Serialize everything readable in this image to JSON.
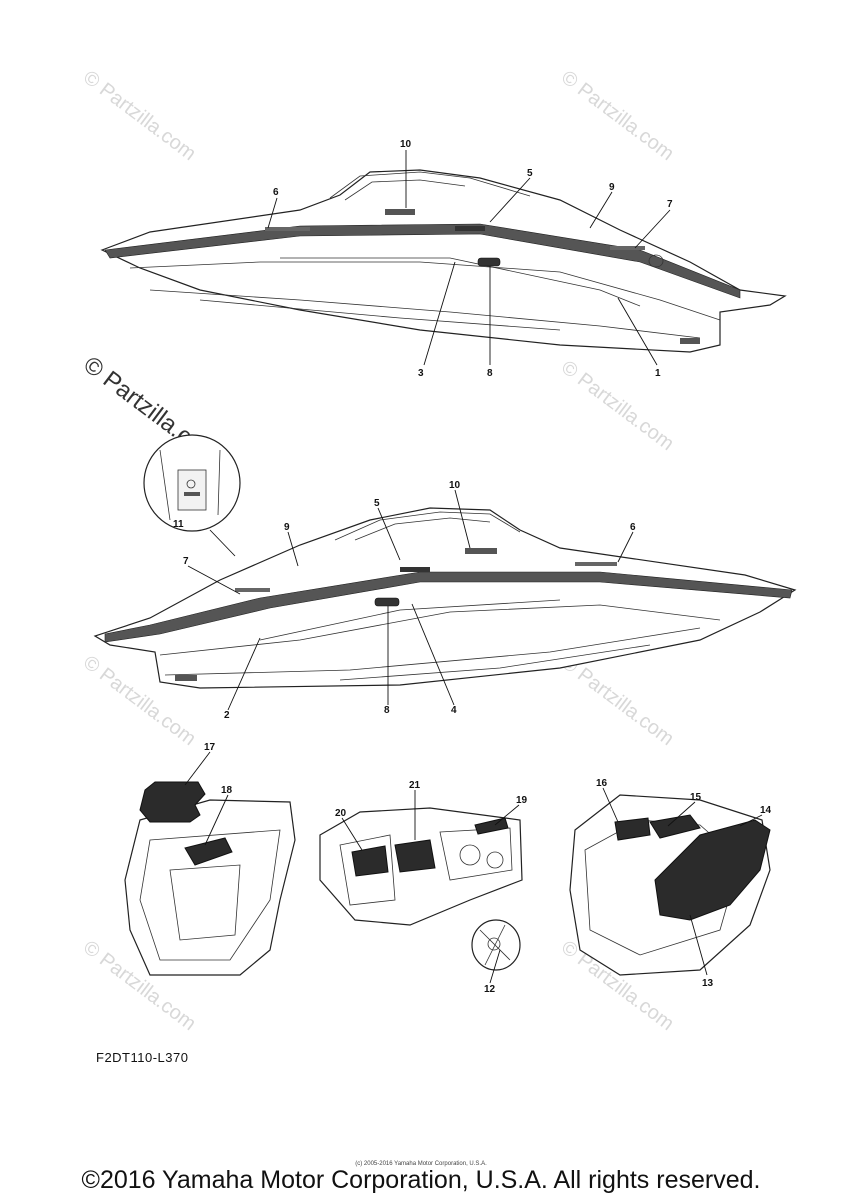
{
  "watermark": "© Partzilla.com",
  "diagram_code": "F2DT110-L370",
  "small_copyright": "(c) 2005-2016 Yamaha Motor Corporation, U.S.A.",
  "copyright": "©2016 Yamaha Motor Corporation, U.S.A. All rights reserved.",
  "callouts": {
    "c1": "1",
    "c2": "2",
    "c3": "3",
    "c4": "4",
    "c5a": "5",
    "c5b": "5",
    "c6a": "6",
    "c6b": "6",
    "c7a": "7",
    "c7b": "7",
    "c8a": "8",
    "c8b": "8",
    "c9a": "9",
    "c9b": "9",
    "c10a": "10",
    "c10b": "10",
    "c11": "11",
    "c12": "12",
    "c13": "13",
    "c14": "14",
    "c15": "15",
    "c16": "16",
    "c17": "17",
    "c18": "18",
    "c19": "19",
    "c20": "20",
    "c21": "21"
  }
}
